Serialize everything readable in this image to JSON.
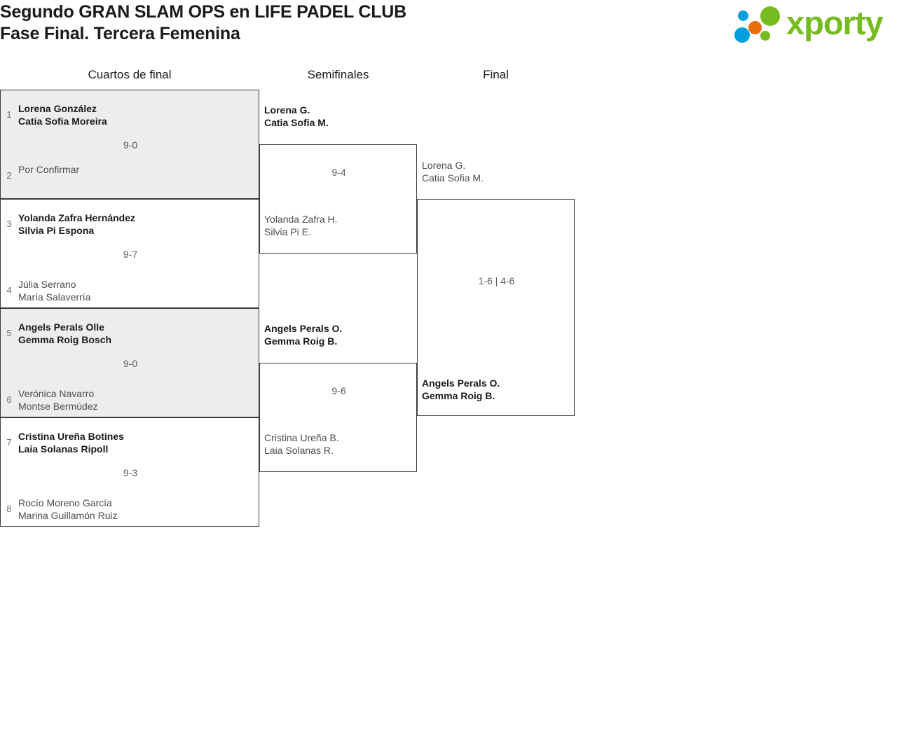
{
  "header": {
    "title_line1": "Segundo GRAN SLAM OPS en LIFE PADEL CLUB",
    "title_line2": "Fase Final. Tercera Femenina",
    "logo_text": "xporty",
    "logo_colors": {
      "green": "#76bc21",
      "blue": "#00a0df",
      "orange": "#ea6d0b"
    }
  },
  "rounds": [
    {
      "label": "Cuartos de final"
    },
    {
      "label": "Semifinales"
    },
    {
      "label": "Final"
    }
  ],
  "bracket": {
    "quarterfinals": [
      {
        "score": "9-0",
        "top": {
          "seed": "1",
          "line1": "Lorena González",
          "line2": "Catia Sofia Moreira",
          "winner": true
        },
        "bottom": {
          "seed": "2",
          "line1": "Por Confirmar",
          "line2": "",
          "winner": false
        }
      },
      {
        "score": "9-7",
        "top": {
          "seed": "3",
          "line1": "Yolanda Zafra Hernández",
          "line2": "Silvia Pi Espona",
          "winner": true
        },
        "bottom": {
          "seed": "4",
          "line1": "Júlia Serrano",
          "line2": "María Salaverría",
          "winner": false
        }
      },
      {
        "score": "9-0",
        "top": {
          "seed": "5",
          "line1": "Angels Perals Olle",
          "line2": "Gemma Roig Bosch",
          "winner": true
        },
        "bottom": {
          "seed": "6",
          "line1": "Verónica Navarro",
          "line2": "Montse Bermúdez",
          "winner": false
        }
      },
      {
        "score": "9-3",
        "top": {
          "seed": "7",
          "line1": "Cristina Ureña Botines",
          "line2": "Laia Solanas Ripoll",
          "winner": true
        },
        "bottom": {
          "seed": "8",
          "line1": "Rocío Moreno García",
          "line2": "Marina Guillamón Ruiz",
          "winner": false
        }
      }
    ],
    "semifinals": [
      {
        "score": "9-4",
        "top": {
          "line1": "Lorena G.",
          "line2": "Catia Sofia M.",
          "winner": true
        },
        "bottom": {
          "line1": "Yolanda Zafra H.",
          "line2": "Silvia Pi E.",
          "winner": false
        }
      },
      {
        "score": "9-6",
        "top": {
          "line1": "Angels Perals O.",
          "line2": "Gemma Roig B.",
          "winner": true
        },
        "bottom": {
          "line1": "Cristina Ureña B.",
          "line2": "Laia Solanas R.",
          "winner": false
        }
      }
    ],
    "final": [
      {
        "score": "1-6 | 4-6",
        "top": {
          "line1": "Lorena G.",
          "line2": "Catia Sofia M.",
          "winner": false
        },
        "bottom": {
          "line1": "Angels Perals O.",
          "line2": "Gemma Roig B.",
          "winner": true
        }
      }
    ]
  }
}
